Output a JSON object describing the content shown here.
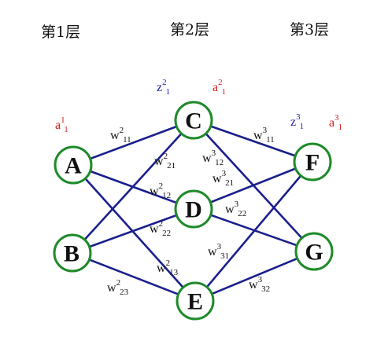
{
  "layers": [
    {
      "id": "layer1",
      "label": "第1层"
    },
    {
      "id": "layer2",
      "label": "第2层"
    },
    {
      "id": "layer3",
      "label": "第3层"
    }
  ],
  "nodes": [
    {
      "id": "A",
      "label": "A"
    },
    {
      "id": "B",
      "label": "B"
    },
    {
      "id": "C",
      "label": "C"
    },
    {
      "id": "D",
      "label": "D"
    },
    {
      "id": "E",
      "label": "E"
    },
    {
      "id": "F",
      "label": "F"
    },
    {
      "id": "G",
      "label": "G"
    }
  ],
  "edges": [
    {
      "from": "A",
      "to": "C"
    },
    {
      "from": "A",
      "to": "D"
    },
    {
      "from": "A",
      "to": "E"
    },
    {
      "from": "B",
      "to": "C"
    },
    {
      "from": "B",
      "to": "D"
    },
    {
      "from": "B",
      "to": "E"
    },
    {
      "from": "C",
      "to": "F"
    },
    {
      "from": "C",
      "to": "G"
    },
    {
      "from": "D",
      "to": "F"
    },
    {
      "from": "D",
      "to": "G"
    },
    {
      "from": "E",
      "to": "F"
    },
    {
      "from": "E",
      "to": "G"
    }
  ],
  "weights": [
    {
      "id": "w2_11",
      "base": "w",
      "sup": "2",
      "sub": "11"
    },
    {
      "id": "w2_21",
      "base": "w",
      "sup": "2",
      "sub": "21"
    },
    {
      "id": "w2_12",
      "base": "w",
      "sup": "2",
      "sub": "12"
    },
    {
      "id": "w2_22",
      "base": "w",
      "sup": "2",
      "sub": "22"
    },
    {
      "id": "w2_13",
      "base": "w",
      "sup": "2",
      "sub": "13"
    },
    {
      "id": "w2_23",
      "base": "w",
      "sup": "2",
      "sub": "23"
    },
    {
      "id": "w3_11",
      "base": "w",
      "sup": "3",
      "sub": "11"
    },
    {
      "id": "w3_12",
      "base": "w",
      "sup": "3",
      "sub": "12"
    },
    {
      "id": "w3_21",
      "base": "w",
      "sup": "3",
      "sub": "21"
    },
    {
      "id": "w3_22",
      "base": "w",
      "sup": "3",
      "sub": "22"
    },
    {
      "id": "w3_31",
      "base": "w",
      "sup": "3",
      "sub": "31"
    },
    {
      "id": "w3_32",
      "base": "w",
      "sup": "3",
      "sub": "32"
    }
  ],
  "annotations": [
    {
      "id": "a1_1",
      "kind": "activation",
      "base": "a",
      "sup": "1",
      "sub": "1"
    },
    {
      "id": "z2_1",
      "kind": "input",
      "base": "z",
      "sup": "2",
      "sub": "1"
    },
    {
      "id": "a2_1",
      "kind": "activation",
      "base": "a",
      "sup": "2",
      "sub": "1"
    },
    {
      "id": "z3_1",
      "kind": "input",
      "base": "z",
      "sup": "3",
      "sub": "1"
    },
    {
      "id": "a3_1",
      "kind": "activation",
      "base": "a",
      "sup": "3",
      "sub": "1"
    }
  ],
  "colors": {
    "node_ring": "#1e8a2a",
    "edge": "#1a1f8c",
    "z_label": "#1a1fb0",
    "a_label": "#d81b1b"
  }
}
